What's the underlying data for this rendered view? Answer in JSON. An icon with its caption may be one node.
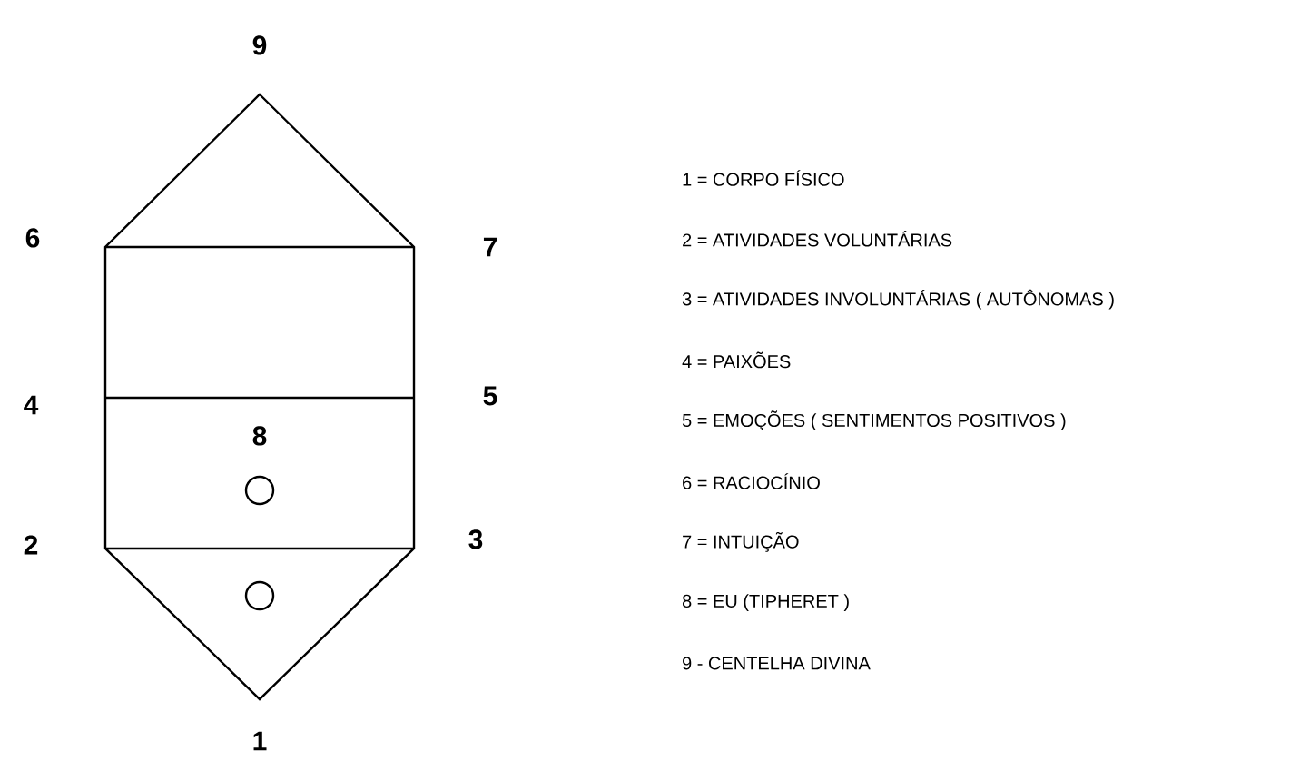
{
  "diagram": {
    "labels": [
      "9",
      "6",
      "7",
      "4",
      "5",
      "8",
      "2",
      "3",
      "1",
      "1 = CORPO FÍSICO",
      "2 = ATIVIDADES VOLUNTÁRIAS",
      "3 = ATIVIDADES INVOLUNTÁRIAS ( AUTÔNOMAS )",
      "4 = PAIXÕES",
      "5 = EMOÇÕES ( SENTIMENTOS POSITIVOS )",
      "6 = RACIOCÍNIO",
      "7 = INTUIÇÃO",
      "8 = EU (TIPHERET )",
      "9 - CENTELHA DIVINA"
    ]
  }
}
